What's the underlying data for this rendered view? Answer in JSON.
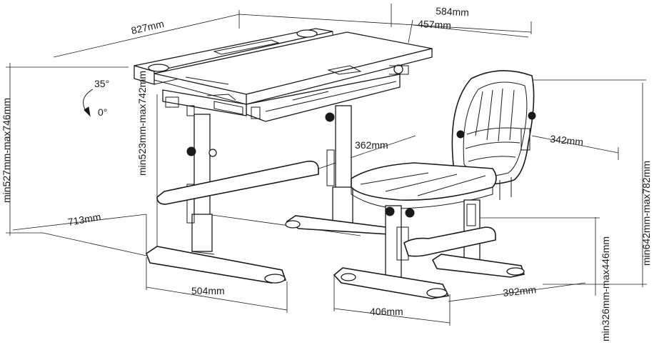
{
  "dimensions": {
    "desk_depth": "584mm",
    "desk_width": "827mm",
    "top_depth": "457mm",
    "desk_total_height": "min527mm-max746mm",
    "desk_leg_height": "min523mm-max742mm",
    "tilt_max": "35°",
    "tilt_min": "0°",
    "seat_width": "362mm",
    "chair_back_width": "342mm",
    "desk_floor_depth": "713mm",
    "desk_base_width": "504mm",
    "chair_base_width": "406mm",
    "chair_base_depth": "392mm",
    "chair_total_height": "min642mm-max782mm",
    "seat_height": "min326mm-max446mm"
  },
  "colors": {
    "line": "#1a1a1a",
    "background": "#ffffff"
  }
}
